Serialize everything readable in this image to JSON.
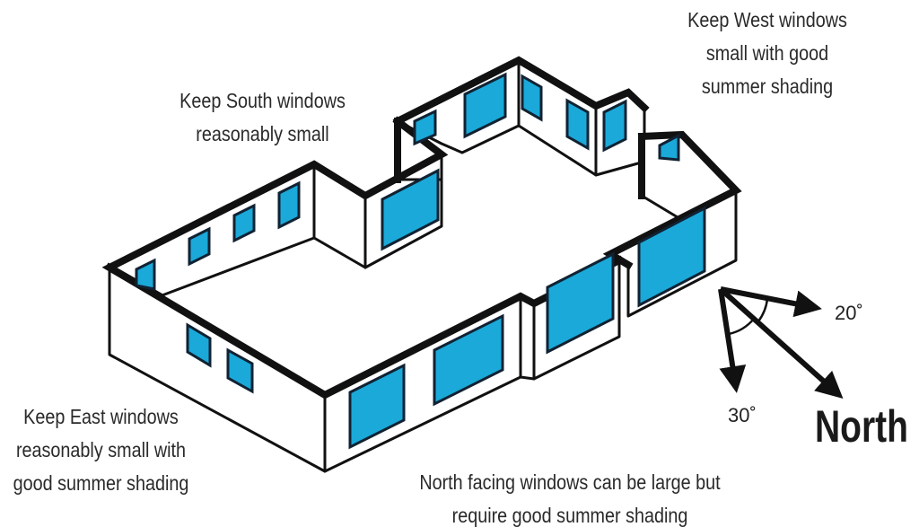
{
  "labels": {
    "south": [
      "Keep South windows",
      "reasonably small"
    ],
    "west": [
      "Keep West windows",
      "small with good",
      "summer shading"
    ],
    "east": [
      "Keep East windows",
      "reasonably small with",
      "good summer shading"
    ],
    "north_windows": [
      "North facing windows can be large but",
      "require good summer shading"
    ]
  },
  "compass": {
    "angle_east": "20˚",
    "angle_west": "30˚",
    "north_label": "North"
  },
  "colors": {
    "glass": "#1aa9d8",
    "wall": "#ffffff",
    "outline": "#111111"
  }
}
